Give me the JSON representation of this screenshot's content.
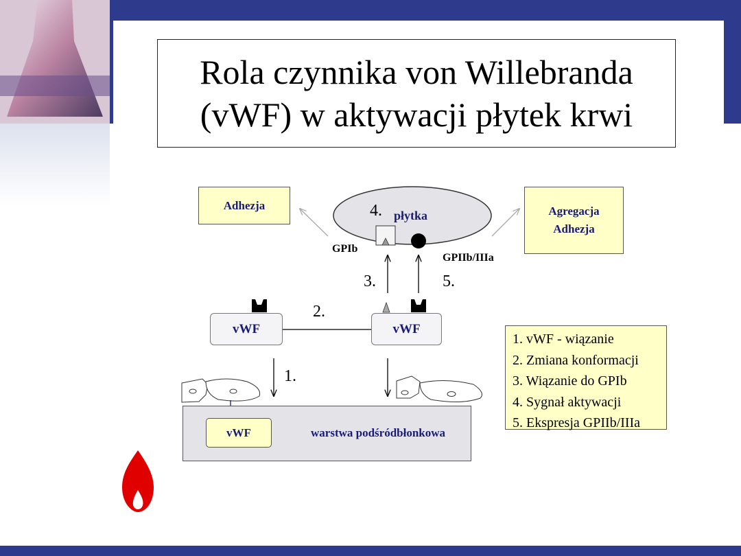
{
  "title": {
    "line1": "Rola czynnika von Willebranda",
    "line2": "(vWF) w aktywacji płytek krwi"
  },
  "diagram": {
    "adhesion_box": "Adhezja",
    "aggregation_box": {
      "line1": "Agregacja",
      "line2": "Adhezja"
    },
    "platelet": {
      "number": "4.",
      "label": "płytka"
    },
    "receptors": {
      "gpib": "GPIb",
      "gpiib_iiia": "GPIIb/IIIa"
    },
    "vwf_left": "vWF",
    "vwf_right": "vWF",
    "vwf_sub": "vWF",
    "subendothelium": "warstwa podśródbłonkowa",
    "steps": {
      "s1": "1.",
      "s2": "2.",
      "s3": "3.",
      "s5": "5."
    }
  },
  "legend": [
    "1. vWF - wiązanie",
    "2. Zmiana konformacji",
    "3. Wiązanie do GPIb",
    "4. Sygnał aktywacji",
    "5. Ekspresja GPIIb/IIIa"
  ],
  "colors": {
    "band": "#2e3b8c",
    "box_fill": "#ffffc8",
    "label_blue": "#1a1a7a",
    "flame": "#e00000"
  },
  "icons": [
    "flask-icon",
    "flame-icon"
  ]
}
